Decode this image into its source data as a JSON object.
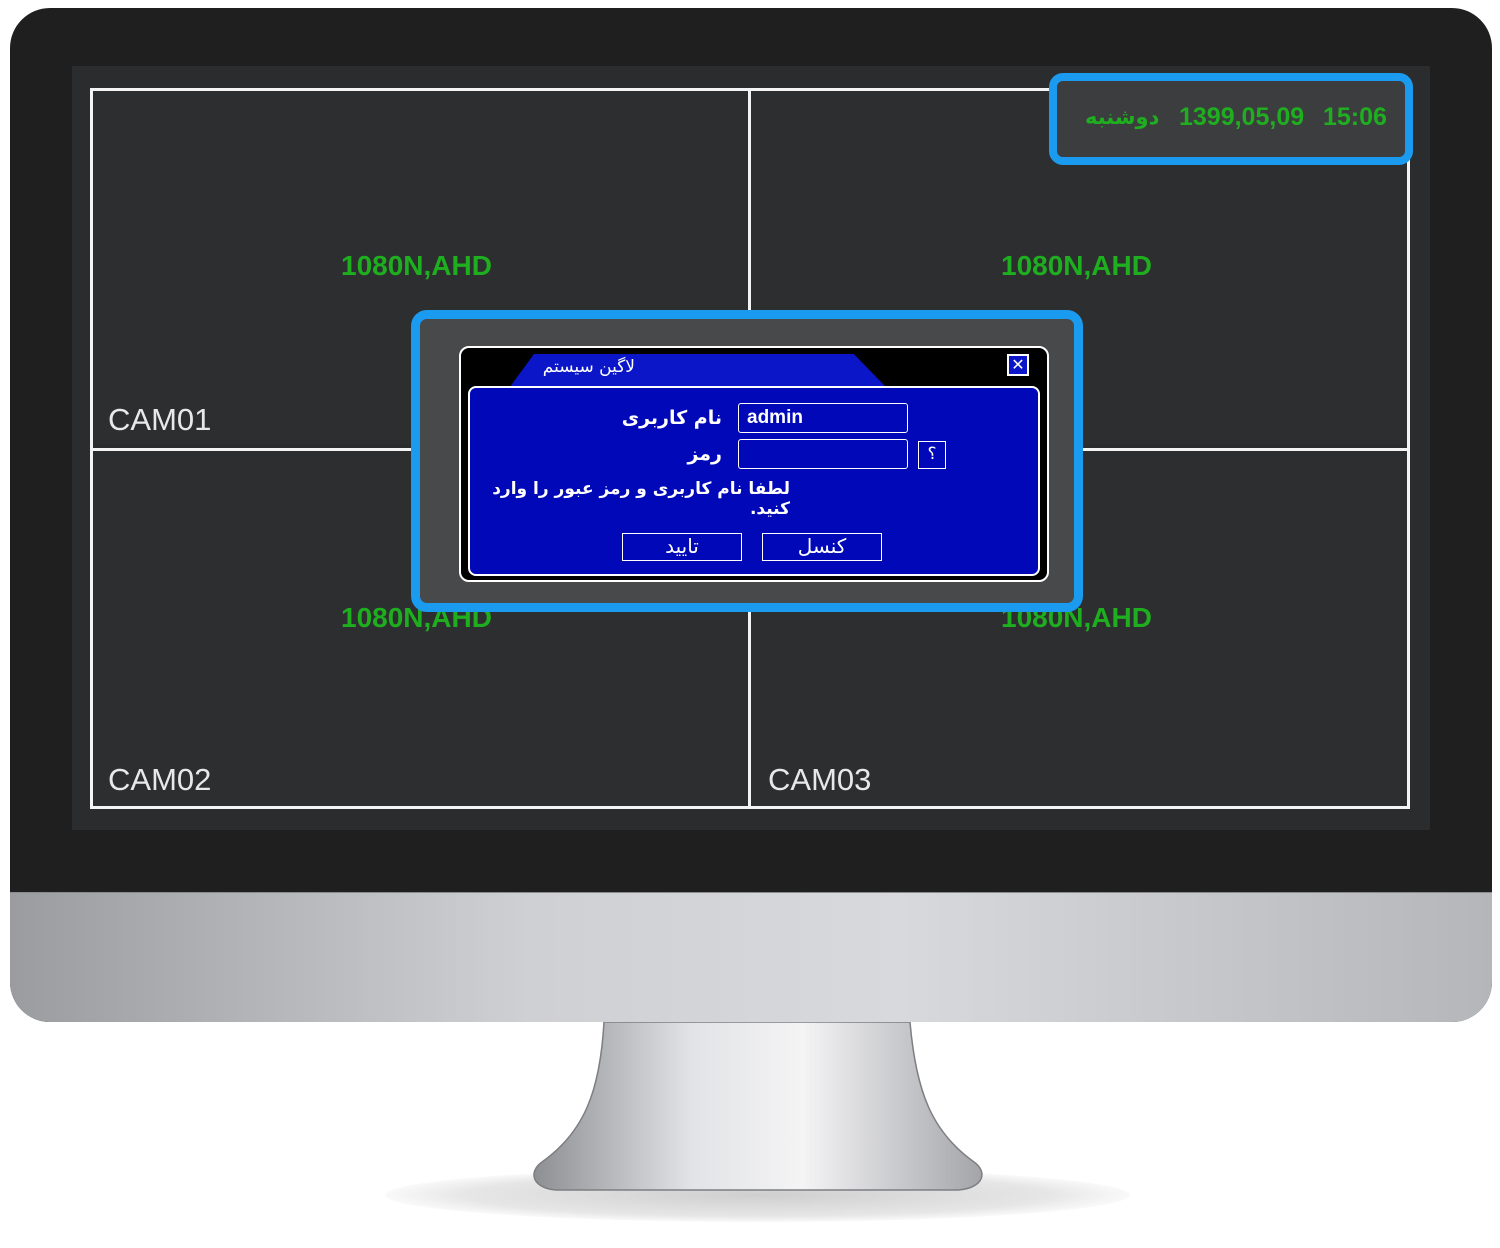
{
  "status_bar": {
    "time": "15:06",
    "date": "1399,05,09",
    "weekday": "دوشنبه"
  },
  "channels": [
    {
      "name": "CAM01",
      "resolution": "1080N,AHD"
    },
    {
      "name": "",
      "resolution": "1080N,AHD"
    },
    {
      "name": "CAM02",
      "resolution": "1080N,AHD"
    },
    {
      "name": "CAM03",
      "resolution": "1080N,AHD"
    }
  ],
  "login_dialog": {
    "title": "لاگین سیستم",
    "close_icon": "close-icon",
    "username_label": "نام کاربری",
    "username_value": "admin",
    "password_label": "رمز",
    "password_value": "",
    "help_label": "؟",
    "hint": "لطفا نام کاربری و رمز عبور را وارد کنید.",
    "ok_label": "تایید",
    "cancel_label": "کنسل"
  },
  "colors": {
    "highlight": "#1a9bef",
    "overlay_text": "#1fae1f",
    "dialog_blue": "#0008b8"
  }
}
